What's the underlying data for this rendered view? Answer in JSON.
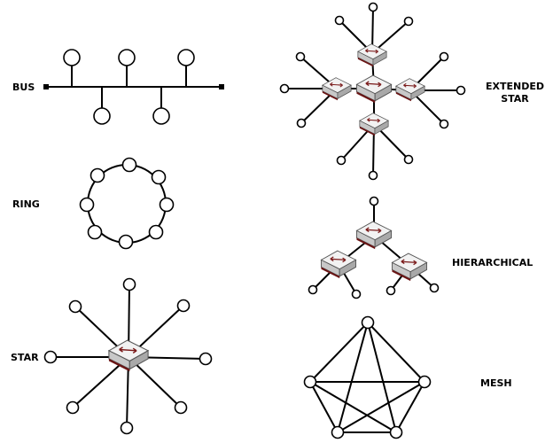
{
  "labels": {
    "bus": "BUS",
    "ring": "RING",
    "star": "STAR",
    "extended_star_line1": "EXTENDED",
    "extended_star_line2": "STAR",
    "hierarchical": "HIERARCHICAL",
    "mesh": "MESH"
  },
  "colors": {
    "line": "#000000",
    "node_fill": "#ffffff",
    "switch_top": "#f2f2f2",
    "switch_side": "#bdbdbd",
    "switch_stripe": "#6b1414",
    "switch_arrow": "#7a1a1a"
  },
  "icons": {
    "switch": "network-switch-icon",
    "node": "host-node-icon"
  }
}
